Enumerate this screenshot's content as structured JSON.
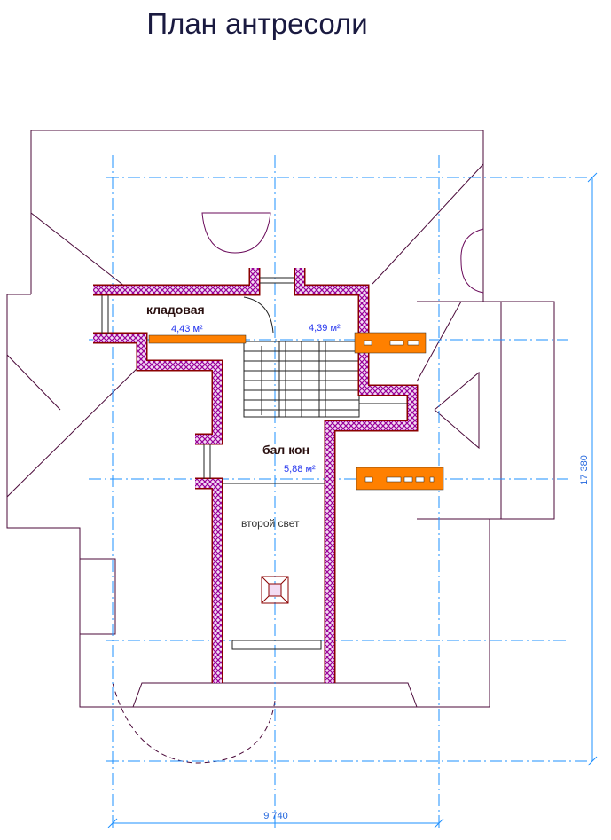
{
  "title": "План антресоли",
  "rooms": [
    {
      "name": "кладовая",
      "area": "4,43 м²"
    },
    {
      "name": "",
      "area": "4,39 м²"
    },
    {
      "name": "бал кон",
      "area": "5,88 м²"
    },
    {
      "name": "второй свет",
      "area": ""
    }
  ],
  "dimensions": {
    "vertical": "17 380",
    "horizontal": "9 740"
  },
  "colors": {
    "wall": "#990099",
    "wall_edge": "#8b0000",
    "grid": "#1e90ff",
    "roof": "#4b0a3a",
    "slab": "#ff8000"
  }
}
